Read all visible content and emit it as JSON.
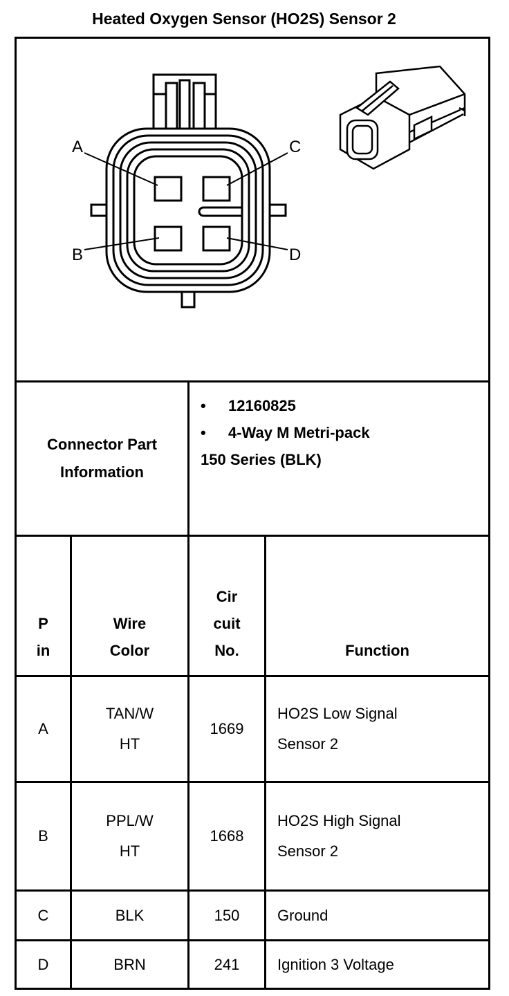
{
  "title": "Heated Oxygen Sensor (HO2S) Sensor 2",
  "diagram": {
    "pin_labels": [
      "A",
      "B",
      "C",
      "D"
    ]
  },
  "connector_info": {
    "label_line1": "Connector Part",
    "label_line2": "Information",
    "items": [
      "12160825",
      "4-Way M Metri-pack"
    ],
    "continuation": "150 Series (BLK)",
    "bullet": "•"
  },
  "table": {
    "headers": {
      "pin": [
        "P",
        "in"
      ],
      "wire_color": [
        "Wire",
        "Color"
      ],
      "circuit": [
        "Cir",
        "cuit",
        "No."
      ],
      "function": "Function"
    },
    "rows": [
      {
        "pin": "A",
        "wire": [
          "TAN/W",
          "HT"
        ],
        "circuit": "1669",
        "function": [
          "HO2S Low Signal",
          "Sensor 2"
        ]
      },
      {
        "pin": "B",
        "wire": [
          "PPL/W",
          "HT"
        ],
        "circuit": "1668",
        "function": [
          "HO2S High Signal",
          "Sensor 2"
        ]
      },
      {
        "pin": "C",
        "wire": [
          "BLK"
        ],
        "circuit": "150",
        "function": [
          "Ground"
        ]
      },
      {
        "pin": "D",
        "wire": [
          "BRN"
        ],
        "circuit": "241",
        "function": [
          "Ignition 3 Voltage"
        ]
      }
    ]
  }
}
